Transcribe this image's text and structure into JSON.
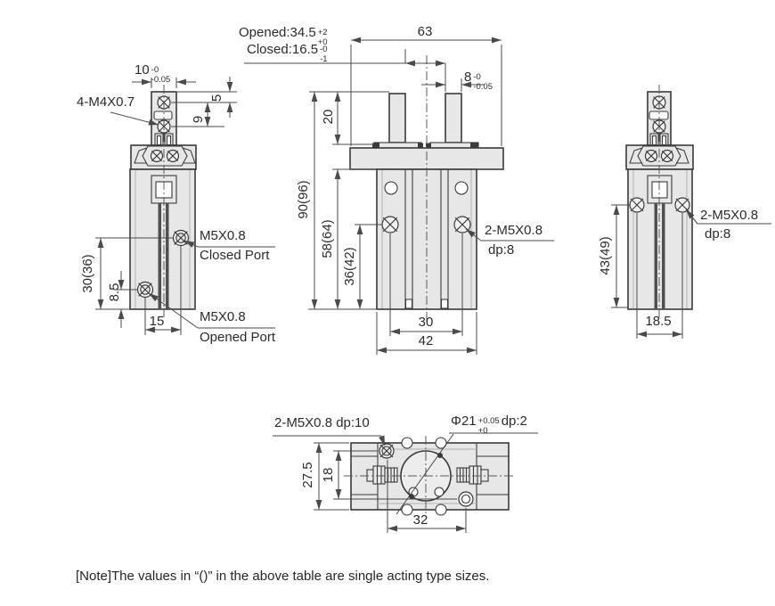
{
  "colors": {
    "line": "#3a3a3a",
    "dim": "#4a4a4a",
    "fill": "#e7e7e7",
    "background": "#ffffff",
    "text": "#2b2b2b"
  },
  "note": "[Note]The values in “()” in the above table are single acting type sizes.",
  "left_view": {
    "thread_label": "4-M4X0.7",
    "jaw_width": {
      "main": "10",
      "tol_top": "-0",
      "tol_bot": "-0.05"
    },
    "dim_5": "5",
    "dim_9": "9",
    "dim_30": "30(36)",
    "dim_8_5": "8.5",
    "dim_15": "15",
    "closed_port": {
      "line1": "M5X0.8",
      "line2": "Closed Port"
    },
    "opened_port": {
      "line1": "M5X0.8",
      "line2": "Opened Port"
    }
  },
  "front_view": {
    "opened": {
      "main": "Opened:34.5",
      "tol_top": "+2",
      "tol_bot": "+0"
    },
    "closed": {
      "main": "Closed:16.5",
      "tol_top": "-0",
      "tol_bot": "-1"
    },
    "dim_63": "63",
    "finger_width": {
      "main": "8",
      "tol_top": "-0",
      "tol_bot": "-0.05"
    },
    "dim_20": "20",
    "dim_90": "90(96)",
    "dim_58": "58(64)",
    "dim_36": "36(42)",
    "dim_30": "30",
    "dim_42": "42",
    "thread": {
      "line1": "2-M5X0.8",
      "line2": "dp:8"
    }
  },
  "right_view": {
    "dim_43": "43(49)",
    "dim_18_5": "18.5",
    "thread": {
      "line1": "2-M5X0.8",
      "line2": "dp:8"
    }
  },
  "bottom_view": {
    "thread_label": "2-M5X0.8 dp:10",
    "bore": {
      "main": "Φ21",
      "tol_top": "+0.05",
      "tol_bot": "+0",
      "suffix": "dp:2"
    },
    "dim_27_5": "27.5",
    "dim_18": "18",
    "dim_32": "32"
  }
}
